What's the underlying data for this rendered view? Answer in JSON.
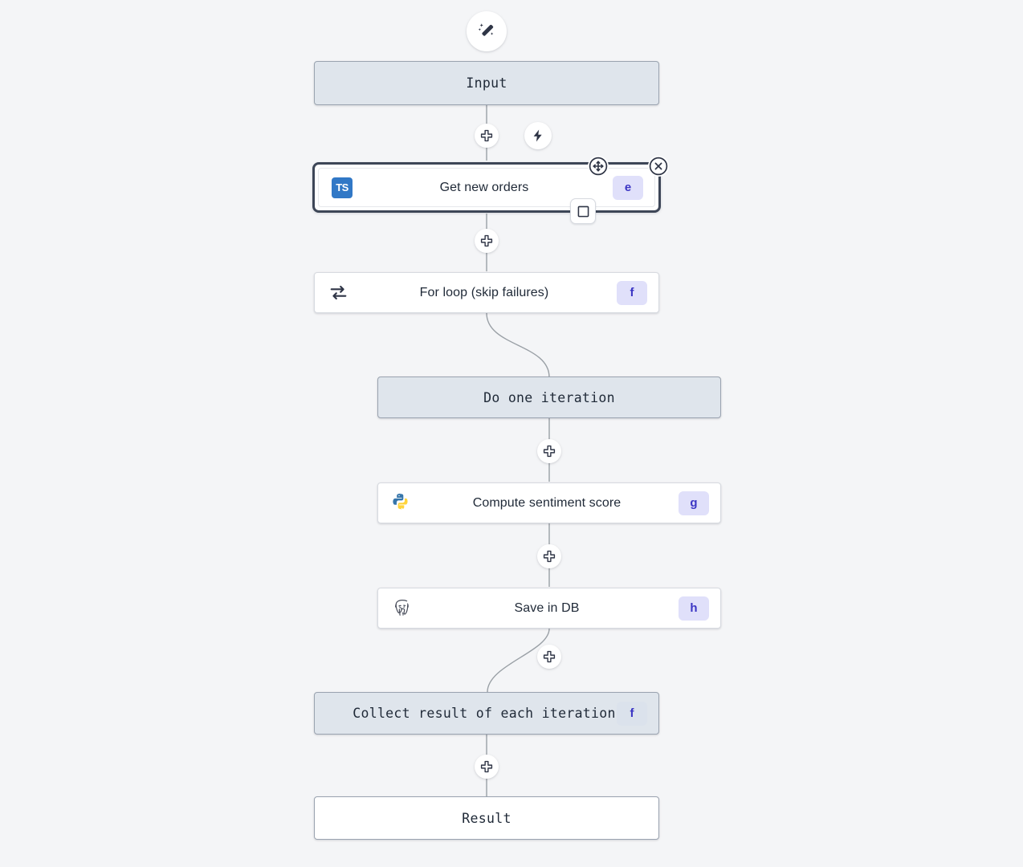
{
  "canvas": {
    "background": "#f4f5f7",
    "node_virtual_bg": "#dfe5ec",
    "node_border": "#9aa3b0",
    "badge_bg": "#e0e0fa",
    "badge_fg": "#3b35c4",
    "selected_border": "#3d4657",
    "edge_color": "#9aa0a6"
  },
  "toolbar": {
    "wand_title": "AI assistant",
    "bolt_title": "Trigger"
  },
  "nodes": [
    {
      "id": "input",
      "label": "Input",
      "kind": "virtual",
      "font": "mono",
      "icon": null,
      "badge": null
    },
    {
      "id": "get-new-orders",
      "label": "Get new orders",
      "kind": "step",
      "font": "sans",
      "icon": "typescript-icon",
      "icon_text": "TS",
      "badge": "e",
      "selected": true
    },
    {
      "id": "for-loop",
      "label": "For loop (skip failures)",
      "kind": "step",
      "font": "sans",
      "icon": "loop-icon",
      "badge": "f"
    },
    {
      "id": "do-one-iteration",
      "label": "Do one iteration",
      "kind": "virtual",
      "font": "mono",
      "icon": null,
      "badge": null
    },
    {
      "id": "compute-sentiment-score",
      "label": "Compute sentiment score",
      "kind": "step",
      "font": "sans",
      "icon": "python-icon",
      "badge": "g"
    },
    {
      "id": "save-in-db",
      "label": "Save in DB",
      "kind": "step",
      "font": "sans",
      "icon": "postgresql-icon",
      "badge": "h"
    },
    {
      "id": "collect-result",
      "label": "Collect result of each iteration",
      "kind": "virtual",
      "font": "mono",
      "icon": null,
      "badge": "f"
    },
    {
      "id": "result",
      "label": "Result",
      "kind": "plain",
      "font": "mono",
      "icon": null,
      "badge": null
    }
  ],
  "add_buttons": [
    {
      "id": "add-after-input",
      "symbol": "+"
    },
    {
      "id": "add-after-get-new-orders",
      "symbol": "+"
    },
    {
      "id": "add-after-do-one-iteration",
      "symbol": "+"
    },
    {
      "id": "add-after-compute-sentiment-score",
      "symbol": "+"
    },
    {
      "id": "add-after-save-in-db",
      "symbol": "+"
    },
    {
      "id": "add-after-collect-result",
      "symbol": "+"
    }
  ],
  "selection_controls": {
    "move_handle": "move-handle",
    "close_button": "close-button",
    "collapse_button": "collapse-button"
  }
}
